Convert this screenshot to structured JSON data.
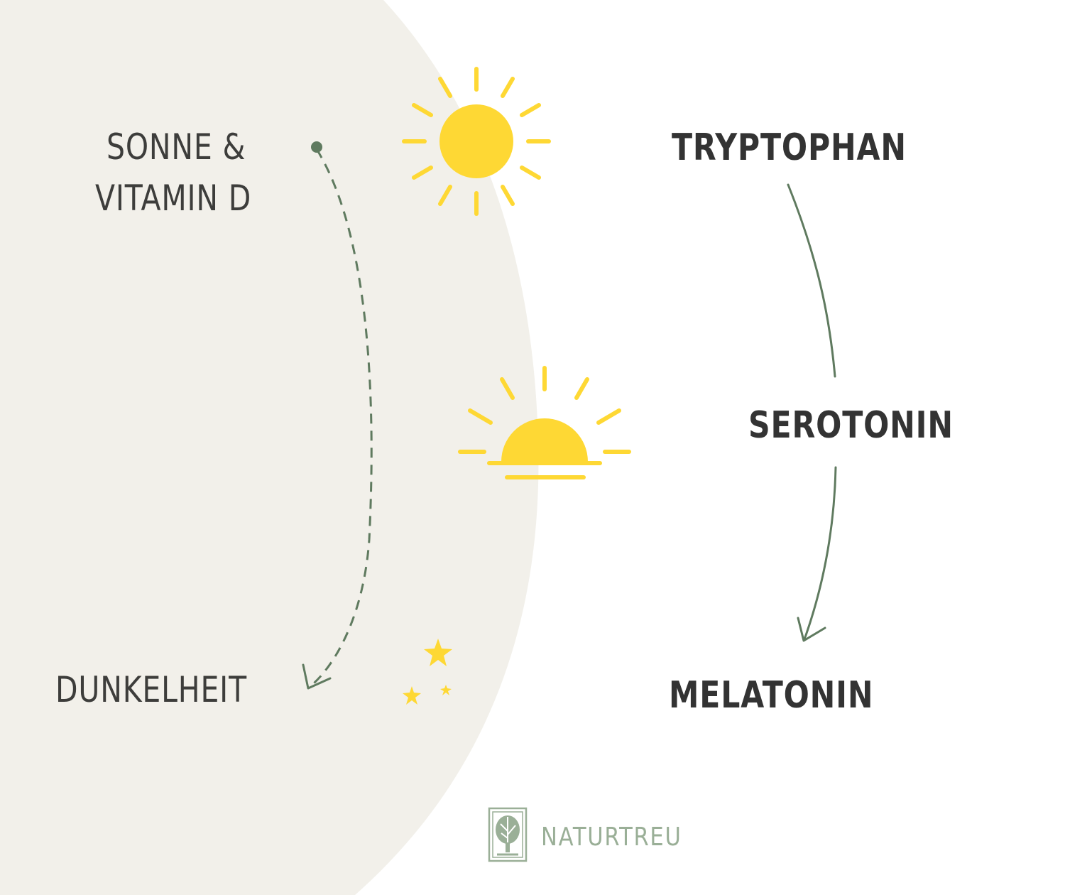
{
  "colors": {
    "background": "#ffffff",
    "day_panel": "#f2f0ea",
    "sun_yellow": "#fed834",
    "arrow_green": "#5f7a5f",
    "dark_text": "#333333",
    "brand_green": "#9aaf97"
  },
  "left_labels": {
    "sun_line1": "SONNE &",
    "sun_line2": "VITAMIN D",
    "darkness": "DUNKELHEIT"
  },
  "right_labels": {
    "tryptophan": "TRYPTOPHAN",
    "serotonin": "SEROTONIN",
    "melatonin": "MELATONIN"
  },
  "icons": {
    "sun": "sun-icon",
    "sunset": "sunset-icon",
    "moon": "moon-stars-icon",
    "logo": "tree-logo-icon"
  },
  "brand": {
    "name": "NATURTREU"
  }
}
